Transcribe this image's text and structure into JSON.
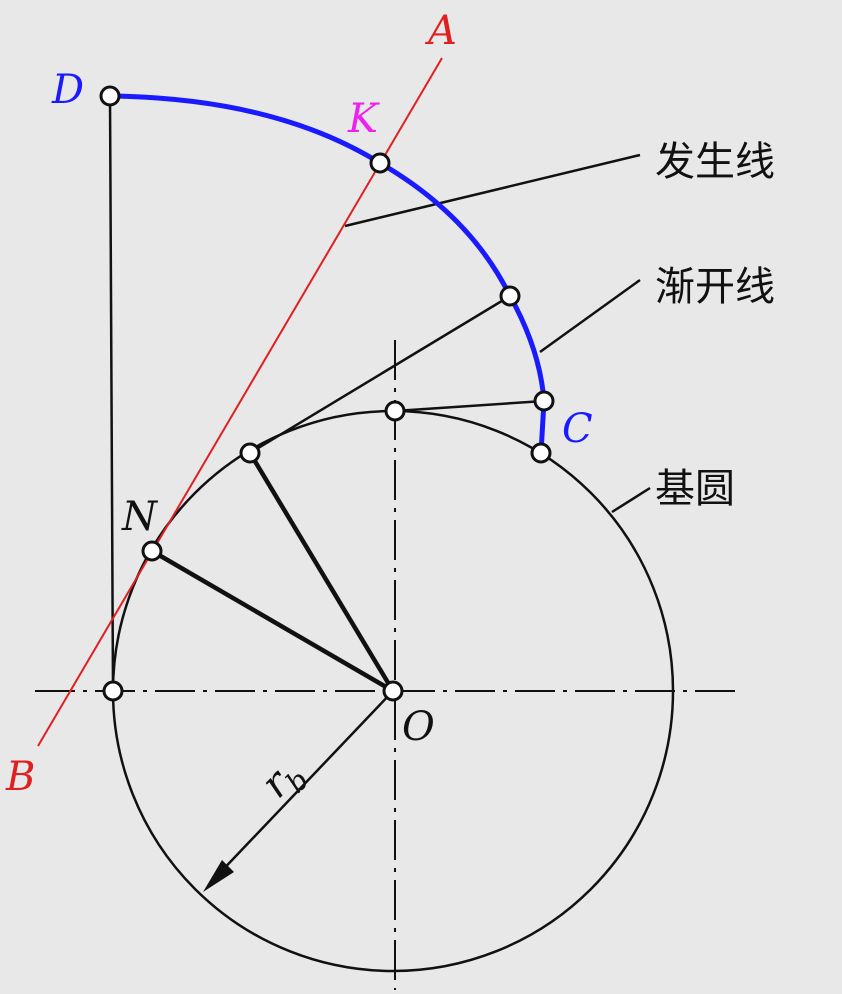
{
  "labels": {
    "A": "A",
    "B": "B",
    "C": "C",
    "D": "D",
    "K": "K",
    "N": "N",
    "O": "O",
    "rb": "r",
    "rb_sub": "b"
  },
  "callouts": {
    "generating_line": "发生线",
    "involute": "渐开线",
    "base_circle": "基圆"
  },
  "colors": {
    "involute": "#1a1aff",
    "generating_line": "#e02020",
    "K_label": "#ee22ee",
    "point_labels": "#1a1aff",
    "background": "#e8e8e8"
  }
}
